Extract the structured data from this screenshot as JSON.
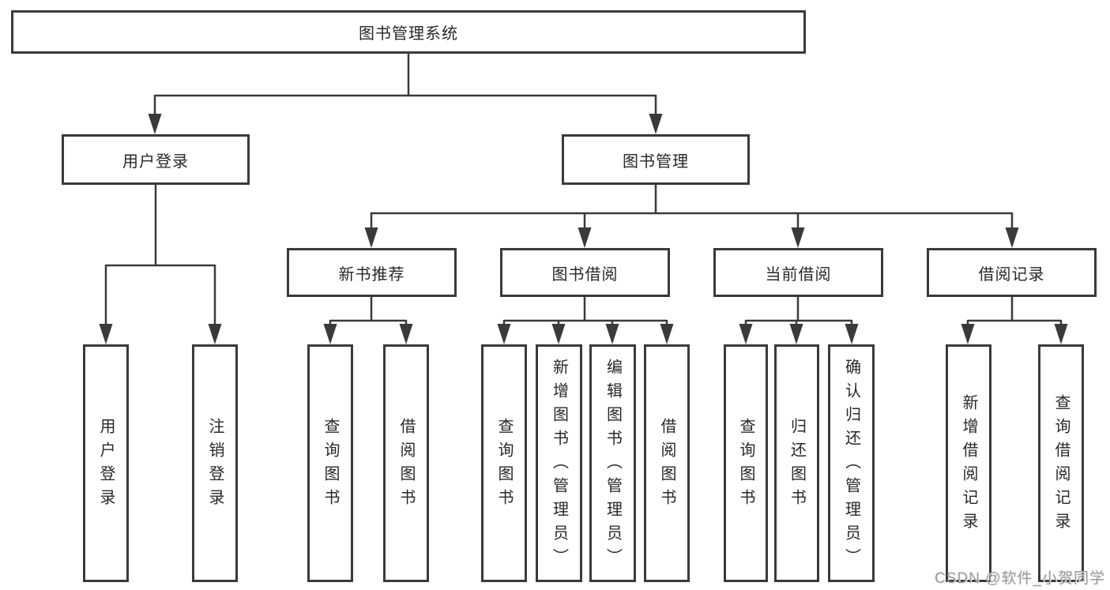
{
  "diagram_type": "hierarchy-tree",
  "colors": {
    "line": "#3a3a3a",
    "border": "#3a3a3a",
    "text": "#282828",
    "background": "#ffffff",
    "watermark": "#9b9b9b"
  },
  "watermark": {
    "text": "CSDN @软件_小贺同学"
  },
  "tree": {
    "root": {
      "label": "图书管理系统",
      "children": [
        {
          "label": "用户登录",
          "children": [
            {
              "label": "用户登录"
            },
            {
              "label": "注销登录"
            }
          ]
        },
        {
          "label": "图书管理",
          "children": [
            {
              "label": "新书推荐",
              "children": [
                {
                  "label": "查询图书"
                },
                {
                  "label": "借阅图书"
                }
              ]
            },
            {
              "label": "图书借阅",
              "children": [
                {
                  "label": "查询图书"
                },
                {
                  "label": "新增图书（管理员）"
                },
                {
                  "label": "编辑图书（管理员）"
                },
                {
                  "label": "借阅图书"
                }
              ]
            },
            {
              "label": "当前借阅",
              "children": [
                {
                  "label": "查询图书"
                },
                {
                  "label": "归还图书"
                },
                {
                  "label": "确认归还（管理员）"
                }
              ]
            },
            {
              "label": "借阅记录",
              "children": [
                {
                  "label": "新增借阅记录"
                },
                {
                  "label": "查询借阅记录"
                }
              ]
            }
          ]
        }
      ]
    }
  }
}
